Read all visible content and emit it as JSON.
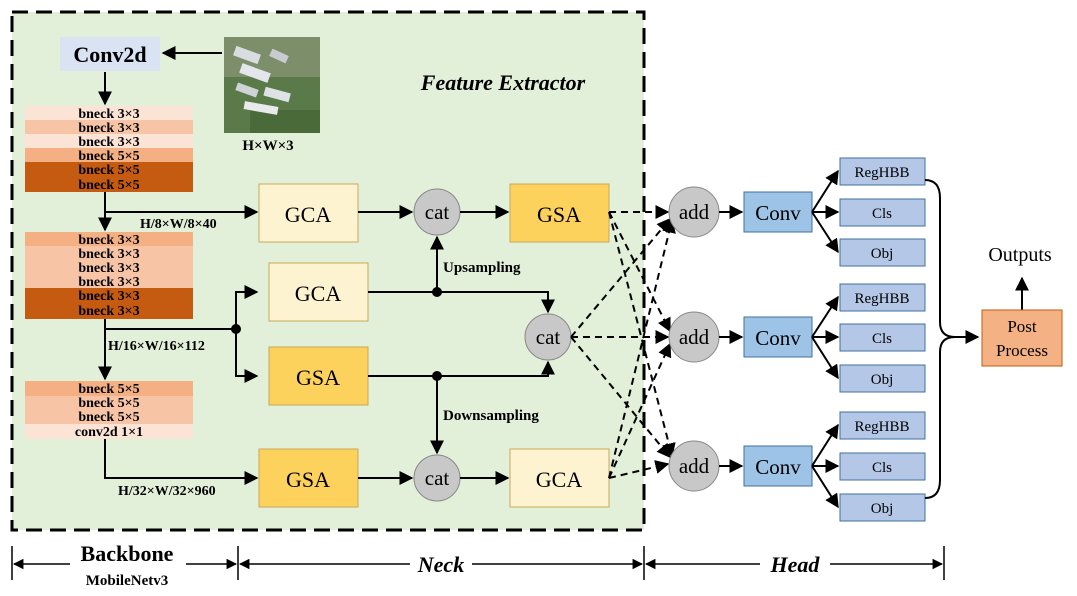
{
  "feature_extractor": {
    "title": "Feature Extractor"
  },
  "conv2d": {
    "label": "Conv2d"
  },
  "input": {
    "label": "H×W×3"
  },
  "backbone_blocks": {
    "group1": [
      "bneck 3×3",
      "bneck 3×3",
      "bneck 3×3",
      "bneck 5×5",
      "bneck 5×5",
      "bneck 5×5"
    ],
    "group2": [
      "bneck 3×3",
      "bneck 3×3",
      "bneck 3×3",
      "bneck 3×3",
      "bneck 3×3",
      "bneck 3×3"
    ],
    "group3": [
      "bneck 5×5",
      "bneck 5×5",
      "bneck 5×5",
      "conv2d 1×1"
    ]
  },
  "feature_sizes": {
    "s8": "H/8×W/8×40",
    "s16": "H/16×W/16×112",
    "s32": "H/32×W/32×960"
  },
  "neck": {
    "gca_top": "GCA",
    "gca_mid": "GCA",
    "gsa_mid": "GSA",
    "gsa_bottom": "GSA",
    "gsa_top_out": "GSA",
    "gca_bottom_out": "GCA",
    "cat_top": "cat",
    "cat_mid": "cat",
    "cat_bottom": "cat",
    "upsampling": "Upsampling",
    "downsampling": "Downsampling"
  },
  "head": {
    "add_label": "add",
    "conv_label": "Conv",
    "outputs": [
      "RegHBB",
      "Cls",
      "Obj"
    ]
  },
  "post_process": {
    "line1": "Post",
    "line2": "Process"
  },
  "outputs_label": "Outputs",
  "sections": {
    "backbone": "Backbone",
    "backbone_sub": "MobileNetv3",
    "neck": "Neck",
    "head": "Head"
  },
  "colors": {
    "extractor_bg": "#e2efd9",
    "gca_fill": "#fdf3d0",
    "gsa_fill": "#fcd15c",
    "conv_fill": "#9dc3e6",
    "head_out_fill": "#b4c7e7",
    "post_fill": "#f4b183",
    "node_fill": "#c8c8c8",
    "bneck_light": "#fbe4d5",
    "bneck_mid": "#f7c5a5",
    "bneck_dark": "#c55a11",
    "bneck_orange": "#f4b083",
    "conv2d_fill": "#dae3f3"
  }
}
